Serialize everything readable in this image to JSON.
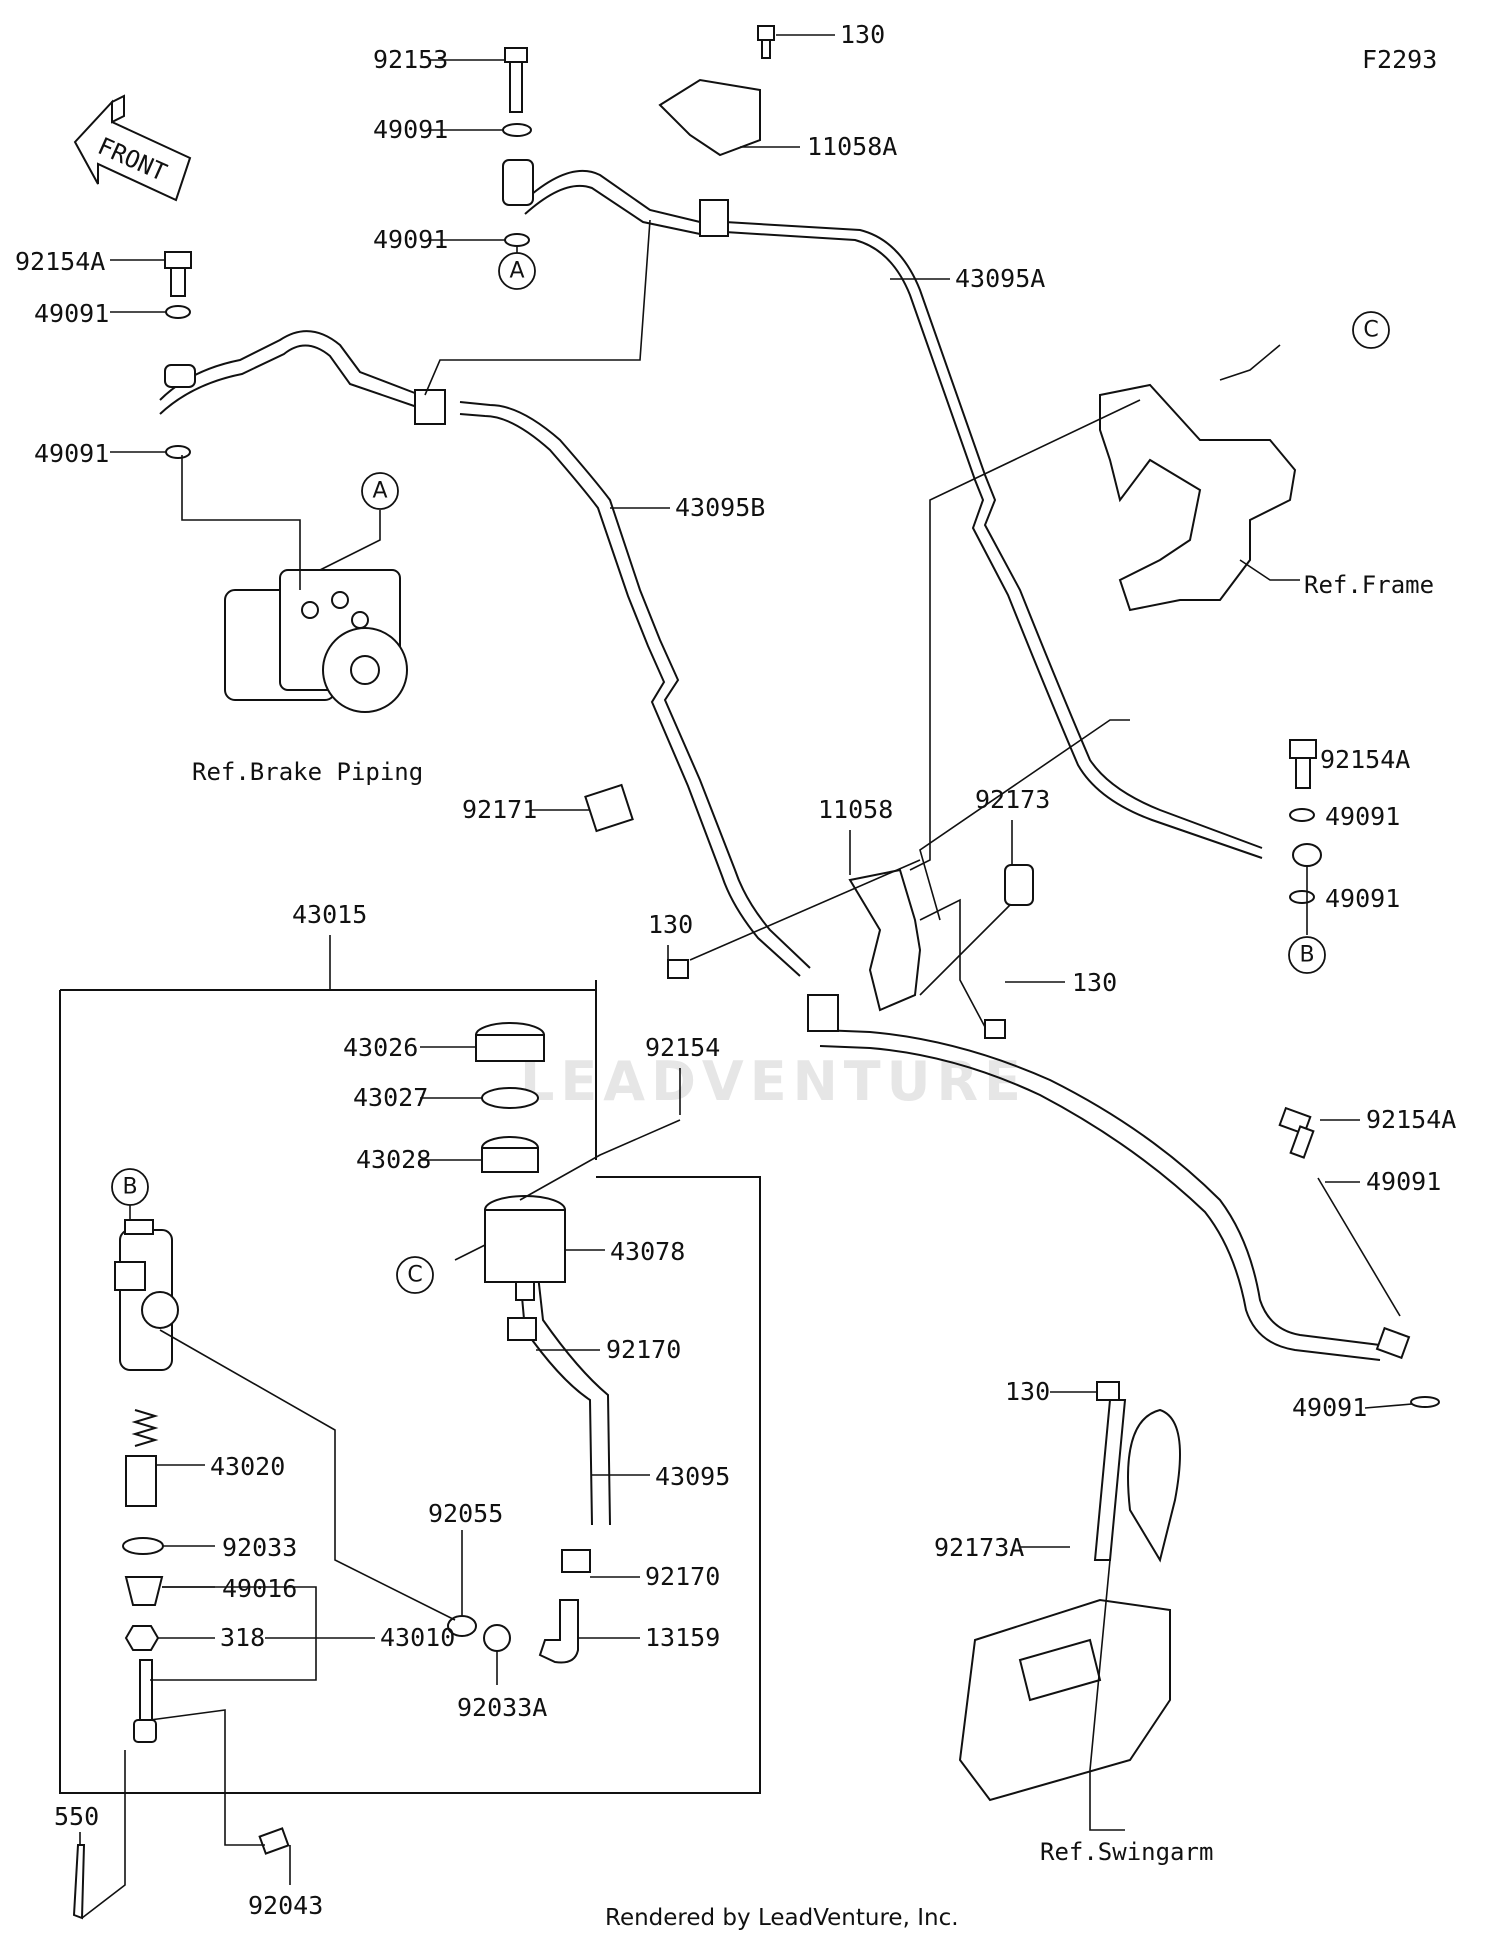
{
  "diagram_code": "F2293",
  "front_label": "FRONT",
  "watermark": "LEADVENTURE",
  "footer": "Rendered by LeadVenture, Inc.",
  "callouts": {
    "A": "A",
    "B": "B",
    "C": "C"
  },
  "refs": {
    "brake_piping": "Ref.Brake Piping",
    "frame": "Ref.Frame",
    "swingarm": "Ref.Swingarm"
  },
  "parts": {
    "p92153": "92153",
    "p49091_a": "49091",
    "p49091_b": "49091",
    "p130_top": "130",
    "p11058A": "11058A",
    "p43095A": "43095A",
    "p92154A_left": "92154A",
    "p49091_left1": "49091",
    "p49091_left2": "49091",
    "p43095B": "43095B",
    "p92171": "92171",
    "p11058": "11058",
    "p92173": "92173",
    "p92154A_right": "92154A",
    "p49091_r1": "49091",
    "p49091_r2": "49091",
    "p43015": "43015",
    "p130_mid": "130",
    "p130_right": "130",
    "p43026": "43026",
    "p43027": "43027",
    "p92154": "92154",
    "p43028": "43028",
    "p92154A_low": "92154A",
    "p49091_low": "49091",
    "p43078": "43078",
    "p92170_a": "92170",
    "p43020": "43020",
    "p43095": "43095",
    "p92055": "92055",
    "p92033": "92033",
    "p49016": "49016",
    "p92170_b": "92170",
    "p318": "318",
    "p43010": "43010",
    "p13159": "13159",
    "p92033A": "92033A",
    "p49091_bottom": "49091",
    "p130_low": "130",
    "p92173A": "92173A",
    "p550": "550",
    "p92043": "92043"
  }
}
